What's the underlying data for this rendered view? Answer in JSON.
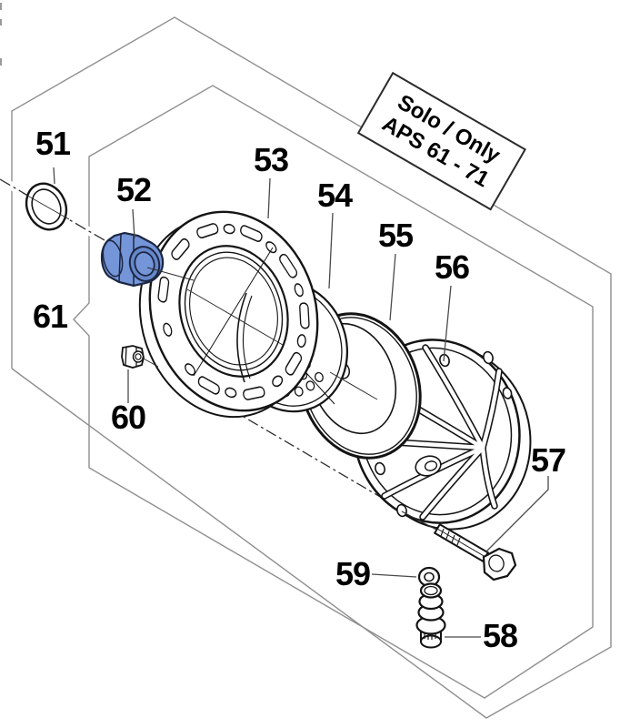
{
  "figure": {
    "note_box": {
      "line1": "Solo / Only",
      "line2": "APS 61 - 71"
    },
    "part_labels": [
      {
        "number": "51"
      },
      {
        "number": "52"
      },
      {
        "number": "53"
      },
      {
        "number": "54"
      },
      {
        "number": "55"
      },
      {
        "number": "56"
      },
      {
        "number": "57"
      },
      {
        "number": "58"
      },
      {
        "number": "59"
      },
      {
        "number": "60"
      },
      {
        "number": "61"
      }
    ],
    "colors": {
      "highlight_part": "#7495d8",
      "highlight_part_dark": "#6587ca",
      "line_art": "#141414",
      "frame_line": "#8f8f8f"
    }
  }
}
